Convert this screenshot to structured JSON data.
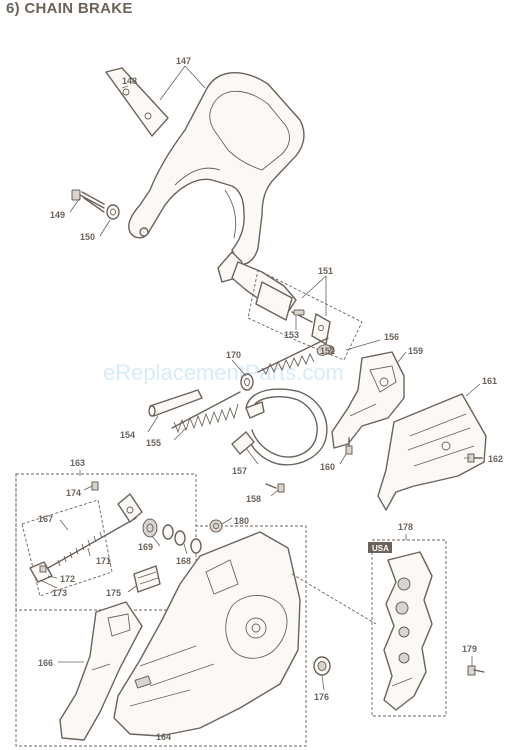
{
  "header": {
    "title": "6)  CHAIN BRAKE"
  },
  "watermark": "eReplacementParts.com",
  "badge": "USA",
  "callouts": [
    "147",
    "148",
    "149",
    "150",
    "151",
    "152",
    "153",
    "154",
    "155",
    "156",
    "157",
    "158",
    "159",
    "160",
    "161",
    "162",
    "163",
    "164",
    "166",
    "167",
    "168",
    "169",
    "170",
    "171",
    "172",
    "173",
    "174",
    "175",
    "176",
    "178",
    "179",
    "180"
  ]
}
